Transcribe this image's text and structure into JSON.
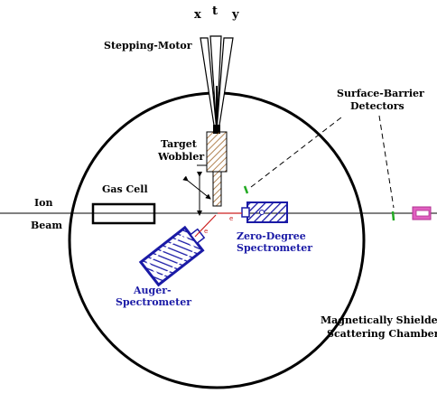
{
  "motor_axes": {
    "x": "x",
    "t": "t",
    "y": "y"
  },
  "labels": {
    "stepping_motor": "Stepping-Motor",
    "surface_barrier_1": "Surface-Barrier",
    "surface_barrier_2": "Detectors",
    "target_1": "Target",
    "target_2": "Wobbler",
    "gas_cell": "Gas Cell",
    "ion": "Ion",
    "beam": "Beam",
    "zero_degree_1": "Zero-Degree",
    "zero_degree_2": "Spectrometer",
    "auger_1": "Auger-",
    "auger_2": "Spectrometer",
    "chamber_1": "Magnetically Shielded",
    "chamber_2": "Scattering Chamber",
    "e_minus_zero": "e",
    "e_minus_auger": "e"
  },
  "colors": {
    "line": "#000000",
    "spectrometer": "#1a1aa6",
    "electron_path": "#cc2222",
    "detector": "#22aa22",
    "beam_stop": "#e060c0",
    "target_hatch": "#a0662a"
  }
}
